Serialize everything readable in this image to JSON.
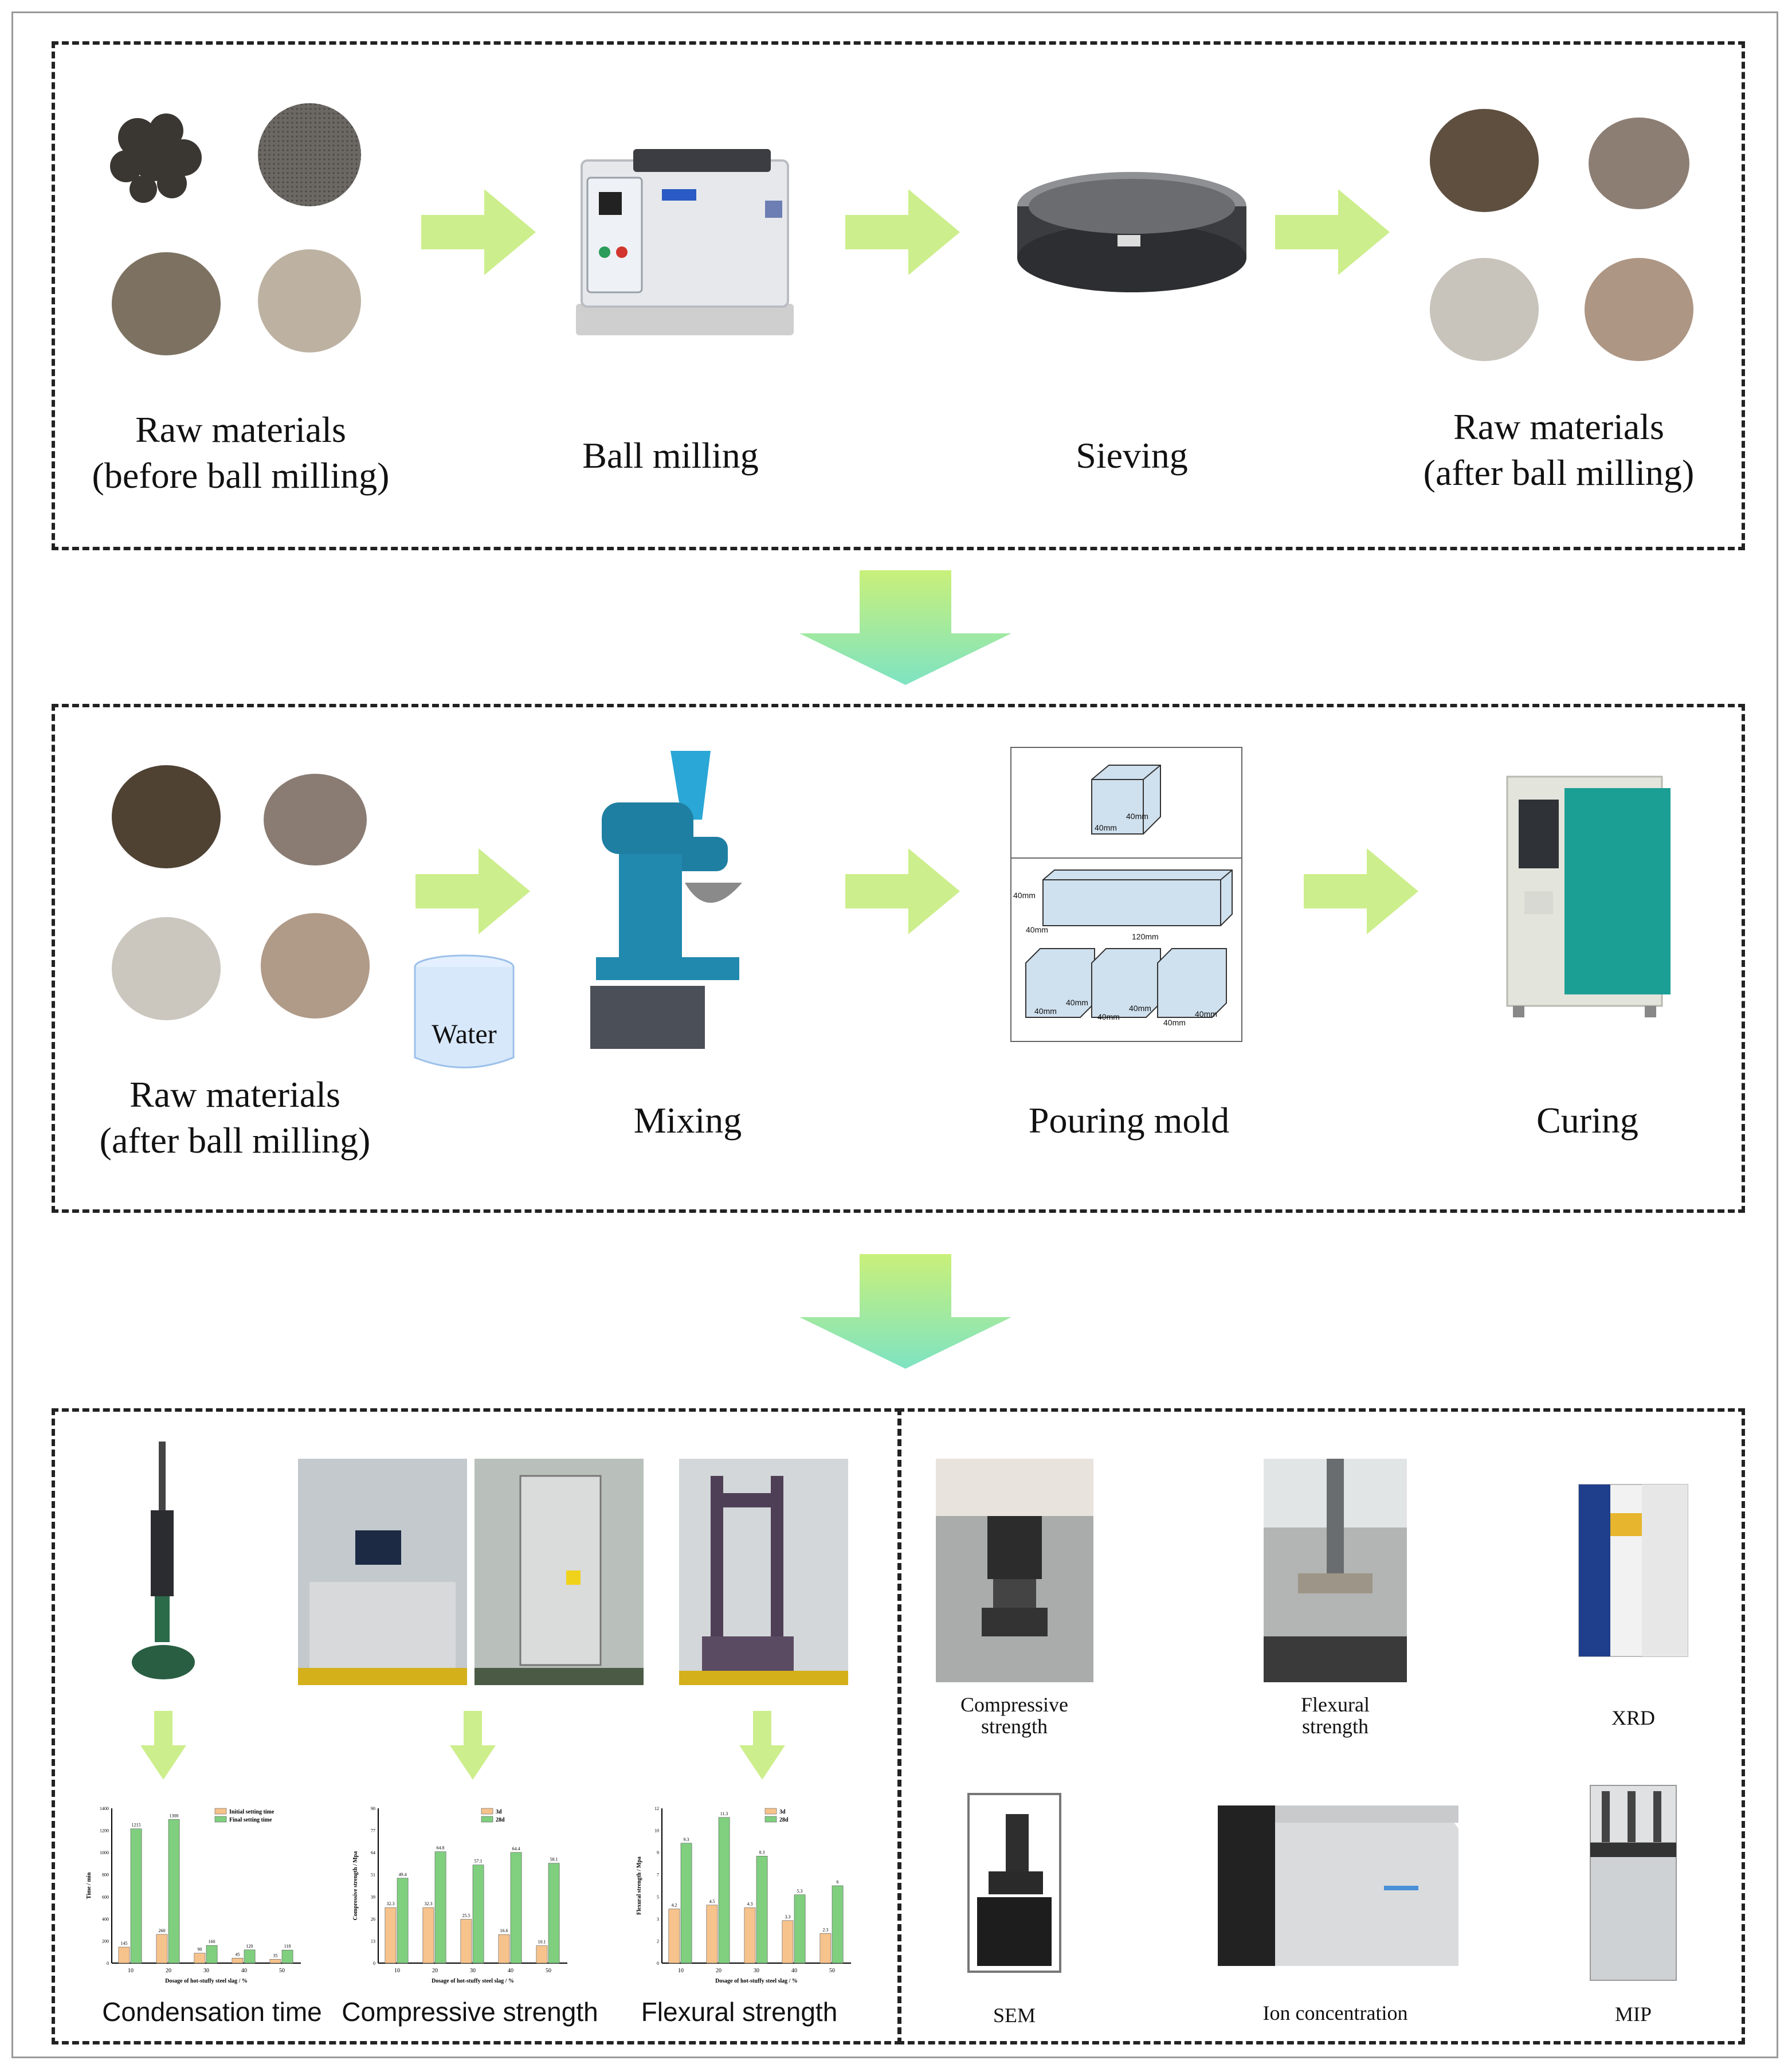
{
  "stage1": {
    "raw_before": {
      "line1": "Raw materials",
      "line2": "(before ball milling)"
    },
    "ball_milling": "Ball milling",
    "sieving": "Sieving",
    "raw_after": {
      "line1": "Raw materials",
      "line2": "(after ball milling)"
    }
  },
  "stage2": {
    "raw_after": {
      "line1": "Raw materials",
      "line2": "(after ball milling)"
    },
    "water": "Water",
    "mixing": "Mixing",
    "pouring_mold": "Pouring mold",
    "curing": "Curing",
    "mold_dims": {
      "cube": "40mm",
      "cube2": "40mm",
      "prism_h": "40mm",
      "prism_w": "40mm",
      "prism_l": "120mm",
      "c1a": "40mm",
      "c1b": "40mm",
      "c2a": "40mm",
      "c2b": "40mm",
      "c3a": "40mm",
      "c3b": "40mm"
    }
  },
  "stage3": {
    "left": {
      "condensation_time": "Condensation time",
      "compressive_strength": "Compressive strength",
      "flexural_strength": "Flexural strength"
    },
    "right": {
      "compressive": {
        "line1": "Compressive",
        "line2": "strength"
      },
      "flexural": {
        "line1": "Flexural",
        "line2": "strength"
      },
      "xrd": "XRD",
      "sem": "SEM",
      "ion": "Ion concentration",
      "mip": "MIP"
    }
  },
  "colors": {
    "arrow_green": "#cdee8c",
    "arrow_teal": "#7ee3c2",
    "bar_orange": "#f7c38c",
    "bar_green": "#7fcf7f"
  },
  "chart_data": [
    {
      "type": "bar",
      "title": "",
      "xlabel": "Dosage of hot-stuffy steel slag / %",
      "ylabel": "Time / min",
      "categories": [
        "10",
        "20",
        "30",
        "40",
        "50"
      ],
      "ylim": [
        0,
        1400
      ],
      "series": [
        {
          "name": "Initial setting time",
          "values": [
            145,
            260,
            90,
            45,
            35
          ]
        },
        {
          "name": "Final setting time",
          "values": [
            1215,
            1300,
            160,
            120,
            118
          ]
        }
      ]
    },
    {
      "type": "bar",
      "title": "",
      "xlabel": "Dosage of hot-stuffy steel slag / %",
      "ylabel": "Compressive strength / Mpa",
      "categories": [
        "10",
        "20",
        "30",
        "40",
        "50"
      ],
      "ylim": [
        0,
        90
      ],
      "series": [
        {
          "name": "3d",
          "values": [
            32.3,
            32.3,
            25.5,
            16.6,
            10.1
          ]
        },
        {
          "name": "28d",
          "values": [
            49.4,
            64.8,
            57.1,
            64.4,
            58.1
          ]
        }
      ]
    },
    {
      "type": "bar",
      "title": "",
      "xlabel": "Dosage of hot-stuffy steel slag / %",
      "ylabel": "Flexural strength / Mpa",
      "categories": [
        "10",
        "20",
        "30",
        "40",
        "50"
      ],
      "ylim": [
        0,
        12
      ],
      "series": [
        {
          "name": "3d",
          "values": [
            4.2,
            4.5,
            4.3,
            3.3,
            2.3
          ]
        },
        {
          "name": "28d",
          "values": [
            9.3,
            11.3,
            8.3,
            5.3,
            6.0
          ]
        }
      ]
    }
  ]
}
